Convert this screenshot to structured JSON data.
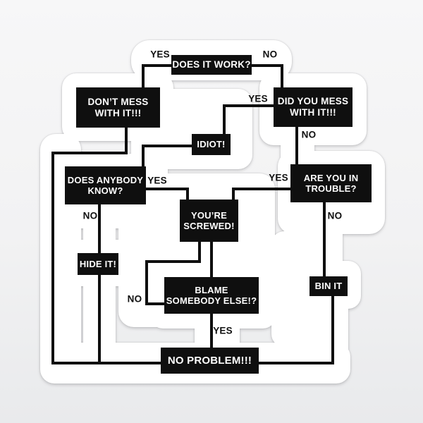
{
  "colors": {
    "background": "#f2f2f3",
    "sticker": "#ffffff",
    "node_background": "#0f0f0f",
    "node_text": "#ffffff",
    "edge_line": "#0f0f0f",
    "edge_label_text": "#101010"
  },
  "nodes": {
    "does_it_work": {
      "label": "DOES IT WORK?"
    },
    "dont_mess": {
      "line1": "DON’T MESS",
      "line2": "WITH IT!!!"
    },
    "did_you_mess": {
      "line1": "DID YOU MESS",
      "line2": "WITH IT!!!"
    },
    "idiot": {
      "label": "IDIOT!"
    },
    "does_anybody_know": {
      "line1": "DOES ANYBODY",
      "line2": "KNOW?"
    },
    "are_you_in_trouble": {
      "line1": "ARE YOU IN",
      "line2": "TROUBLE?"
    },
    "youre_screwed": {
      "line1": "YOU’RE",
      "line2": "SCREWED!"
    },
    "hide_it": {
      "label": "HIDE IT!"
    },
    "blame_somebody_else": {
      "line1": "BLAME",
      "line2": "SOMEBODY ELSE!?"
    },
    "bin_it": {
      "label": "BIN IT"
    },
    "no_problem": {
      "label": "NO PROBLEM!!!"
    }
  },
  "edge_labels": {
    "does_it_work_yes": "YES",
    "does_it_work_no": "NO",
    "did_you_mess_yes": "YES",
    "did_you_mess_no": "NO",
    "does_anybody_know_yes": "YES",
    "does_anybody_know_no": "NO",
    "are_you_in_trouble_yes": "YES",
    "are_you_in_trouble_no": "NO",
    "blame_somebody_else_no": "NO",
    "blame_somebody_else_yes": "YES"
  }
}
